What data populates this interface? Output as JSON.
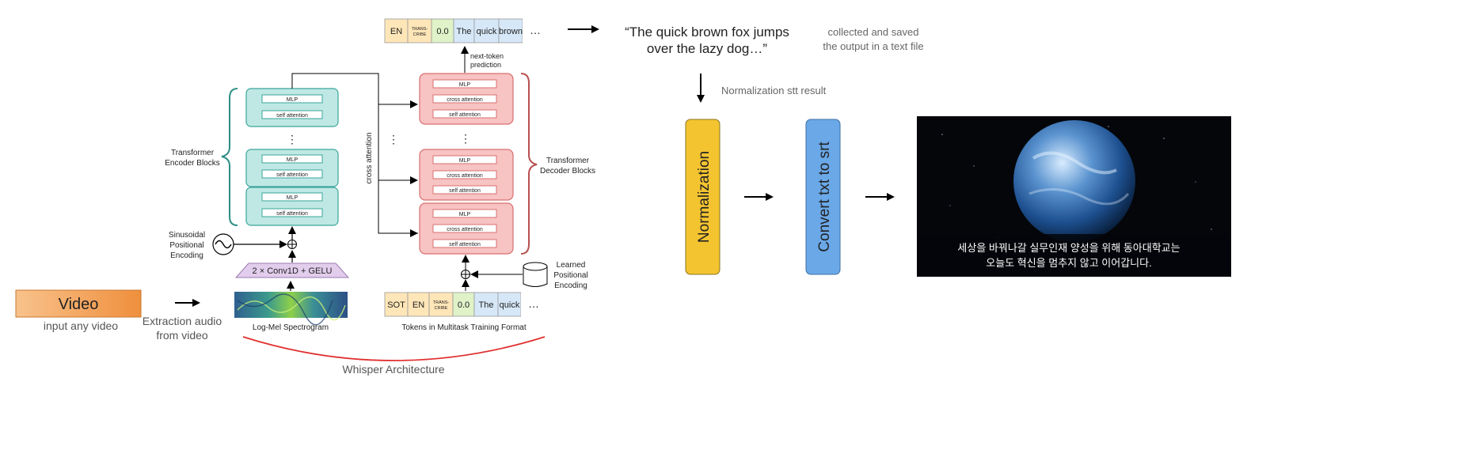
{
  "input": {
    "video_label": "Video",
    "video_caption": "input any video"
  },
  "extraction": {
    "line1": "Extraction audio",
    "line2": "from video"
  },
  "spectrogram": {
    "label": "Log-Mel Spectrogram"
  },
  "conv": {
    "label": "2 × Conv1D + GELU"
  },
  "sinusoidal": {
    "line1": "Sinusoidal",
    "line2": "Positional",
    "line3": "Encoding"
  },
  "encoder": {
    "line1": "Transformer",
    "line2": "Encoder Blocks",
    "mlp": "MLP",
    "self_attention": "self attention",
    "dots": "⋮"
  },
  "cross_attention_label": "cross attention",
  "middle_dots": "⋮",
  "decoder": {
    "line1": "Transformer",
    "line2": "Decoder Blocks",
    "mlp": "MLP",
    "cross_attention": "cross attention",
    "self_attention": "self attention",
    "dots": "⋮"
  },
  "learned": {
    "line1": "Learned",
    "line2": "Positional",
    "line3": "Encoding"
  },
  "input_tokens": {
    "tokens": [
      "SOT",
      "EN",
      "TRANS-|CRIBE",
      "0.0",
      "The",
      "quick",
      "…"
    ],
    "label": "Tokens in Multitask Training Format"
  },
  "output_tokens": {
    "tokens": [
      "EN",
      "TRANS-|CRIBE",
      "0.0",
      "The",
      "quick",
      "brown",
      "…"
    ]
  },
  "next_token": {
    "line1": "next-token",
    "line2": "prediction"
  },
  "whisper_label": "Whisper Architecture",
  "transcript": {
    "line1": "“The quick brown fox jumps",
    "line2": "over the lazy dog…”"
  },
  "saved": {
    "line1": "collected and saved",
    "line2": "the output in a text file"
  },
  "normalization_result": "Normalization stt result",
  "normalization_box": "Normalization",
  "convert_box": "Convert txt to srt",
  "subtitle": {
    "line1": "세상을 바꿔나갈 실무인재 양성을 위해 동아대학교는",
    "line2": "오늘도 혁신을 멈추지 않고 이어갑니다."
  },
  "colors": {
    "video_fill": "#f3a35a",
    "encoder_fill": "#bfe8e4",
    "encoder_stroke": "#3aa59a",
    "decoder_fill": "#f7c3c3",
    "decoder_stroke": "#d96f6f",
    "conv_fill": "#e2cdec",
    "normalization_fill": "#f4c430",
    "convert_fill": "#6aa8e8",
    "whisper_curve": "#e03030",
    "bracket_encoder": "#2e8f86",
    "bracket_decoder": "#b85050"
  }
}
